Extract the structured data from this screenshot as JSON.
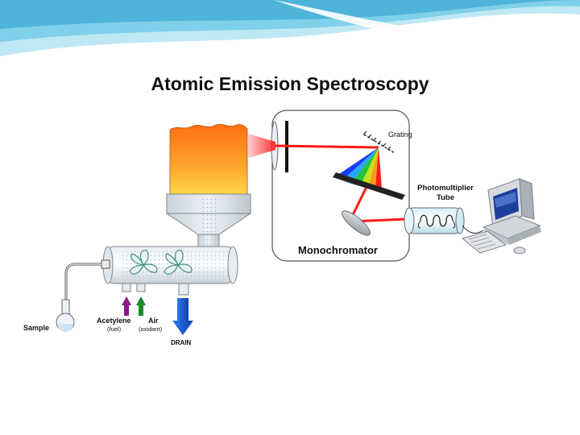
{
  "slide": {
    "title": "Atomic Emission Spectroscopy"
  },
  "labels": {
    "grating": "Grating",
    "photomultiplier_line1": "Photomultiplier",
    "photomultiplier_line2": "Tube",
    "monochromator": "Monochromator",
    "sample": "Sample",
    "acetylene": "Acetylene",
    "fuel": "(fuel)",
    "air": "Air",
    "oxidant": "(oxidant)",
    "drain": "DRAIN"
  },
  "icons": {
    "flame": "flame-icon",
    "computer": "computer-icon",
    "fan": "fan-icon",
    "flask": "flask-icon"
  },
  "colors": {
    "header_wave": "#7fd0ea",
    "flame_top": "#ff7a1a",
    "flame_bottom": "#ffd23a",
    "beam": "#ff1a1a",
    "acetylene_arrow": "#8b1a8b",
    "air_arrow": "#1a8a2a",
    "drain_arrow": "#1a5fd6"
  }
}
